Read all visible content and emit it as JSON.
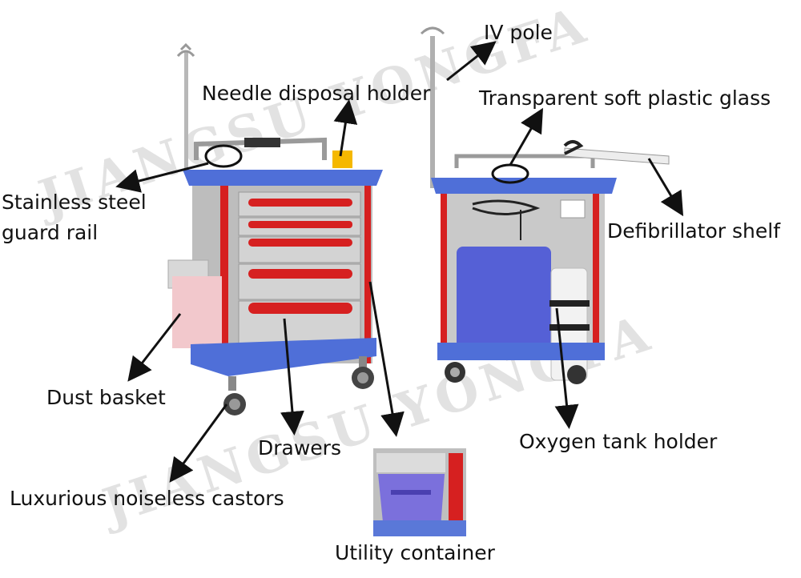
{
  "labels": {
    "iv_pole": "IV pole",
    "needle_holder": "Needle disposal holder",
    "plastic_glass": "Transparent soft plastic glass",
    "guard_rail_1": "Stainless steel",
    "guard_rail_2": "guard rail",
    "defib_shelf": "Defibrillator shelf",
    "dust_basket": "Dust basket",
    "drawers": "Drawers",
    "oxygen_holder": "Oxygen tank holder",
    "castors": "Luxurious noiseless castors",
    "utility": "Utility container"
  },
  "watermark": "JIANGSU YONGFA",
  "colors": {
    "body_grey": "#c8c8c8",
    "trim_red": "#d62020",
    "top_blue": "#4f6fd8",
    "basket_pink": "#f2c8cc",
    "board_blue": "#5560d6",
    "arrow": "#111111"
  }
}
